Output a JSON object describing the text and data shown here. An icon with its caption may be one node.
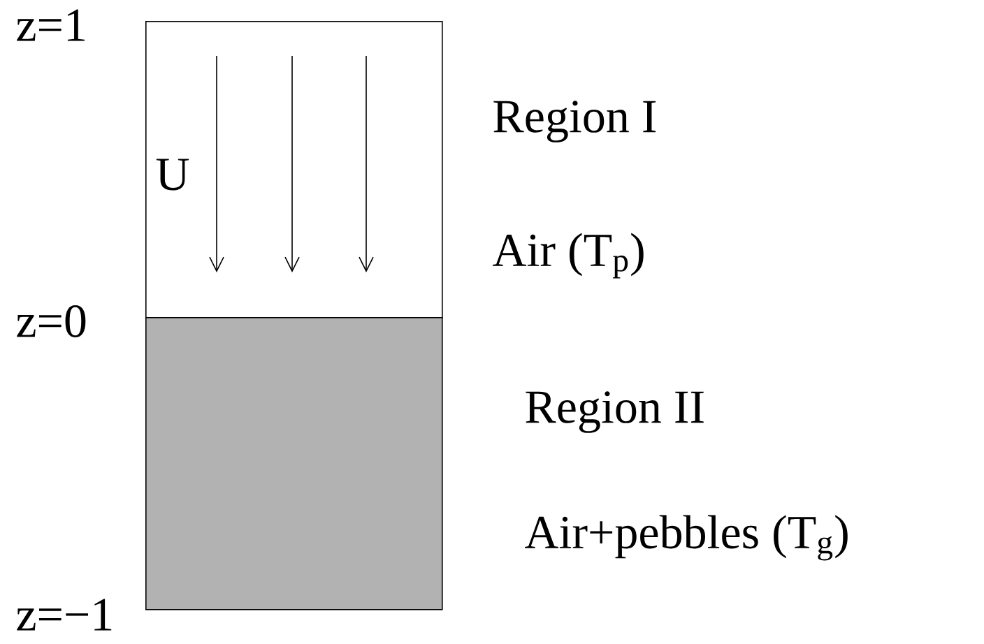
{
  "diagram": {
    "nodes": [
      {
        "text": [],
        "shape": "box",
        "beside": [
          "Region I",
          "Air (T$_{p}$)"
        ]
      },
      {
        "text": [],
        "shape": "box",
        "beside": [
          "Region II",
          "Air+pebbles (T$_{g}$)"
        ]
      }
    ],
    "edges": [],
    "labels": [
      "z=1",
      "U",
      "z=0",
      "z=−1"
    ]
  }
}
